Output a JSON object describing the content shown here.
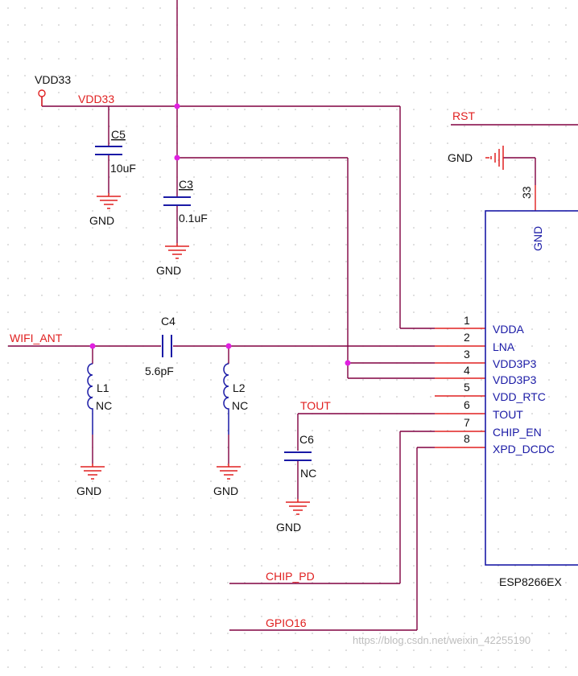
{
  "nets": {
    "vdd33_port": "VDD33",
    "vdd33_net": "VDD33",
    "rst": "RST",
    "wifi_ant": "WIFI_ANT",
    "tout": "TOUT",
    "chip_pd": "CHIP_PD",
    "gpio16": "GPIO16"
  },
  "components": {
    "c5": {
      "ref": "C5",
      "value": "10uF"
    },
    "c3": {
      "ref": "C3",
      "value": "0.1uF"
    },
    "c4": {
      "ref": "C4",
      "value": "5.6pF"
    },
    "c6": {
      "ref": "C6",
      "value": "NC"
    },
    "l1": {
      "ref": "L1",
      "value": "NC"
    },
    "l2": {
      "ref": "L2",
      "value": "NC"
    }
  },
  "gnd_label": "GND",
  "ic": {
    "name": "ESP8266EX",
    "gnd_pin_number": "33",
    "gnd_pin_name": "GND",
    "pins": [
      {
        "num": "1",
        "name": ""
      },
      {
        "num": "2",
        "name": "VDDA"
      },
      {
        "num": "3",
        "name": "LNA"
      },
      {
        "num": "4",
        "name": "VDD3P3"
      },
      {
        "num": "5",
        "name": "VDD3P3"
      },
      {
        "num": "6",
        "name": "VDD_RTC"
      },
      {
        "num": "7",
        "name": "TOUT"
      },
      {
        "num": "8",
        "name": "CHIP_EN"
      },
      {
        "num": "",
        "name": "XPD_DCDC"
      }
    ]
  },
  "watermark": "https://blog.csdn.net/weixin_42255190",
  "colors": {
    "wire": "#800040",
    "junction": "#e020e0",
    "pin": "#e02020",
    "body": "#1a1aa6",
    "text": "#111111"
  }
}
